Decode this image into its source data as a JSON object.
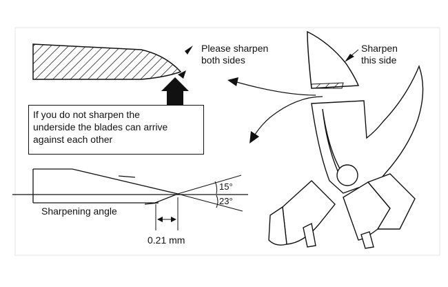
{
  "labels": {
    "please_sharpen": "Please sharpen\nboth sides",
    "sharpen_this_side": "Sharpen\nthis side",
    "underside_note": "If you do not sharpen the\nunderside the blades can arrive\nagainst each other",
    "sharpening_angle": "Sharpening angle",
    "angle_upper": "15°",
    "angle_lower": "23°",
    "gap": "0.21 mm"
  }
}
